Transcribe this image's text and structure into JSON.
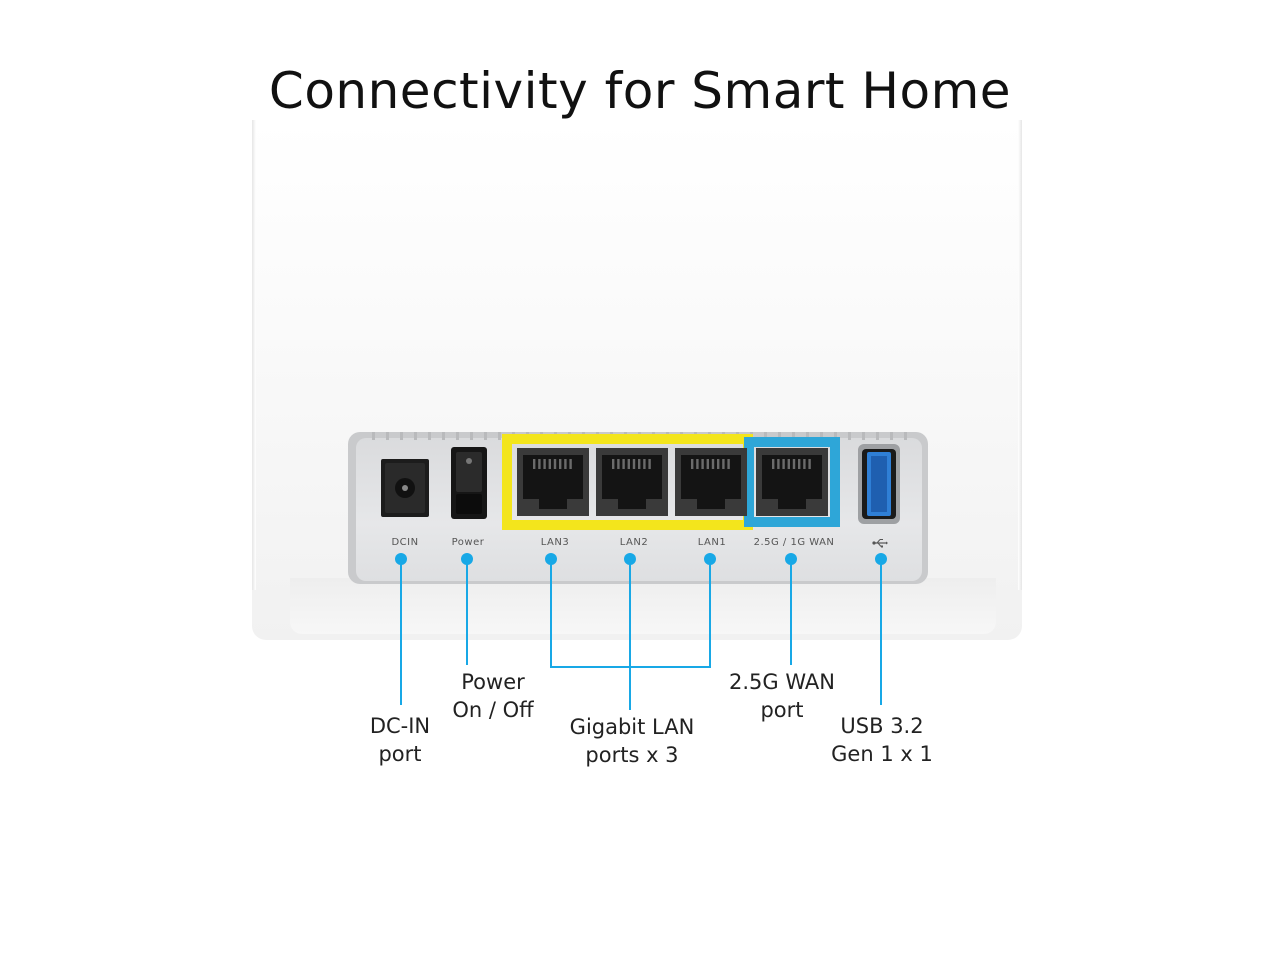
{
  "title": "Connectivity for Smart Home",
  "subtitle": "2.5G WAN port | LAN aggregation",
  "accent_color": "#18a8e6",
  "lan_highlight_color": "#f3e51c",
  "wan_highlight_color": "#2ea6d8",
  "port_labels": {
    "dcin": "DCIN",
    "power": "Power",
    "lan3": "LAN3",
    "lan2": "LAN2",
    "lan1": "LAN1",
    "wan": "2.5G / 1G WAN",
    "usb_icon": "usb-icon"
  },
  "callouts": {
    "dcin": [
      "DC-IN",
      "port"
    ],
    "power": [
      "Power",
      "On / Off"
    ],
    "lan": [
      "Gigabit LAN",
      "ports x 3"
    ],
    "wan": [
      "2.5G WAN",
      "port"
    ],
    "usb": [
      "USB 3.2",
      "Gen 1 x 1"
    ]
  }
}
